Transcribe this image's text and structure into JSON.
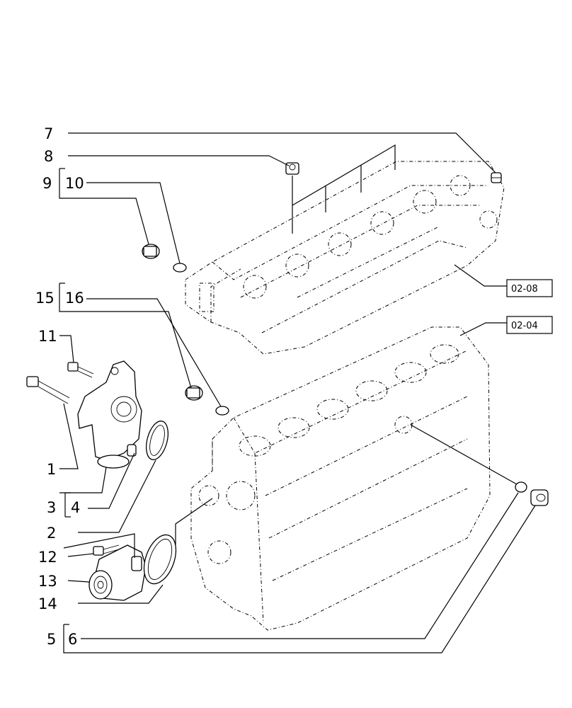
{
  "callouts": {
    "c7": "7",
    "c8": "8",
    "c9": "9",
    "c10": "10",
    "c15": "15",
    "c16": "16",
    "c11": "11",
    "c1": "1",
    "c3": "3",
    "c4": "4",
    "c2": "2",
    "c12": "12",
    "c13": "13",
    "c14": "14",
    "c5": "5",
    "c6": "6"
  },
  "references": {
    "cylinder_head": "02-08",
    "crankcase": "02-04"
  }
}
